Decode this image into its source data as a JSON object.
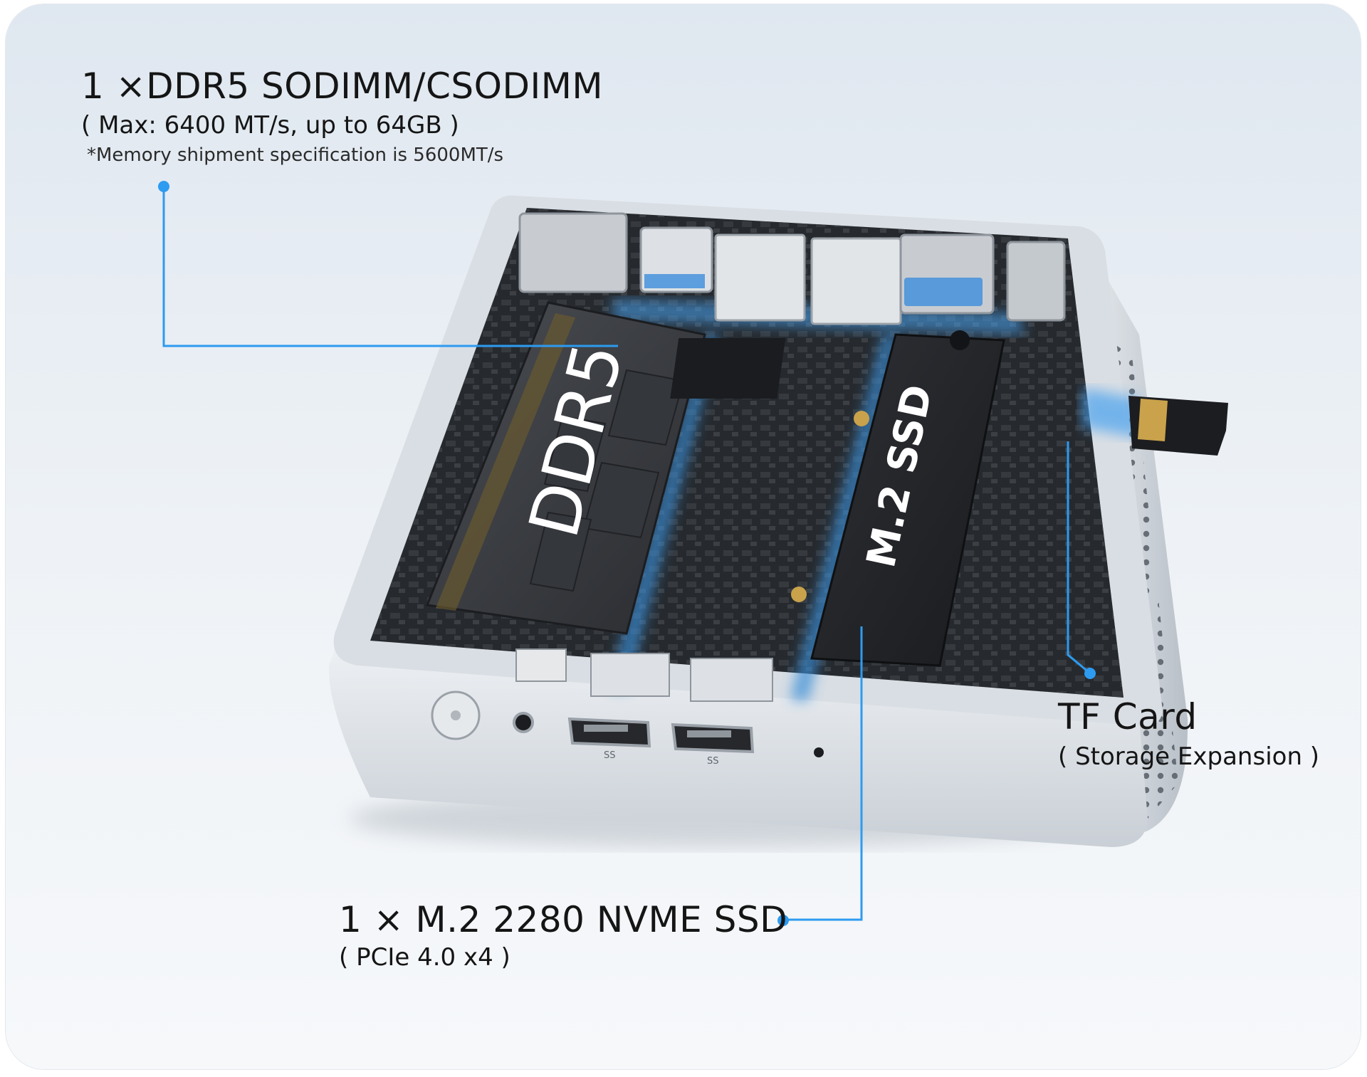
{
  "callouts": {
    "memory": {
      "title": "1 ×DDR5 SODIMM/CSODIMM",
      "spec": "( Max: 6400 MT/s,  up to 64GB )",
      "note": "*Memory shipment specification is 5600MT/s"
    },
    "ssd": {
      "title": "1 × M.2 2280  NVME SSD",
      "spec": "( PCIe 4.0  x4 )"
    },
    "tf_card": {
      "title": "TF Card",
      "spec": "( Storage Expansion )"
    }
  },
  "board_labels": {
    "ram": "DDR5",
    "ssd": "M.2  SSD"
  },
  "port_labels": {
    "usb_speed": "SS"
  },
  "colors": {
    "accent": "#2d9bf0",
    "chassis": "#d8dde3",
    "board": "#2b2e33",
    "glow": "#3a8fd8"
  }
}
